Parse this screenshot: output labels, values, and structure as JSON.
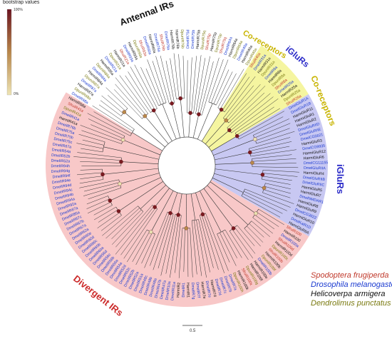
{
  "colorbar": {
    "title": "bootstrap values",
    "max_label": "100%",
    "min_label": "0%",
    "colors": {
      "high": "#7a1a20",
      "mid": "#b88a4a",
      "low": "#e8e0b0"
    }
  },
  "clade_labels": {
    "antennal": "Antennal IRs",
    "coreceptors": "Co-receptors",
    "iglurs_top": "iGluRs",
    "coreceptors_side": "Co-receptors",
    "iglurs_side": "iGluRs",
    "divergent": "Divergent IRs"
  },
  "clade_colors": {
    "divergent_fill": "#f8c8c8",
    "coreceptor_fill": "#f5f5a0",
    "iglur_fill": "#c8c8f2",
    "antennal_fill": "#ffffff",
    "divergent_text": "#cc2a2a",
    "coreceptor_text": "#c8b400",
    "iglur_text": "#2a2ac8",
    "antennal_text": "#111111"
  },
  "legend": [
    {
      "label": "Spodoptera frugiperda",
      "color": "#c0392b"
    },
    {
      "label": "Drosophila melanogaster",
      "color": "#1a3ad0"
    },
    {
      "label": "Helicoverpa armigera",
      "color": "#111111"
    },
    {
      "label": "Dendrolimus punctatus",
      "color": "#7a7a10"
    }
  ],
  "species_colors": {
    "Dmel": "#1a3ad0",
    "Harm": "#111111",
    "Sfru": "#c0392b",
    "Dpun": "#7a7a10"
  },
  "scale_label": "0.5",
  "tips": [
    "DmelIR76a",
    "HarmIR76b",
    "HarmIR76b",
    "DpunIR76b",
    "DmelIR75d",
    "DmelIR75b",
    "HarmIR75b",
    "DpunIR75q",
    "SfruIR75p",
    "HarmIR75p",
    "DpunIR75p",
    "SfruIR75q",
    "DmelIR64a",
    "HarmIR64a",
    "DpunIR64a",
    "DmelIR40a",
    "HarmIR40a",
    "DpunIR40a",
    "SfruIR40a",
    "DmelIR31a",
    "HarmIR31a",
    "DpunIR31a",
    "DmelIR8a",
    "HarmIR8a",
    "DpunIR8a",
    "SfruIR8a",
    "DmelIR25a",
    "HarmIR25a",
    "DpunIR25a",
    "SfruIR25a",
    "DmelGluR1A",
    "DmelGluR1B",
    "HarmGluR11",
    "HarmiGluR1",
    "HarmiGluR2",
    "DmelGluRIID",
    "DmelGluRIIE",
    "DmelCG5621",
    "HarmiGluR3",
    "DmelCG9935",
    "HarmiGluR12",
    "HarmiGluR6",
    "DmelCG11155",
    "DmelGluRIIA",
    "HarmiGluR4",
    "DmelGluRIIB",
    "DmelGluRIIC",
    "HarmiGluR5",
    "HarmiGluR7",
    "DmelNMDAR1",
    "HarmiGluR8",
    "HarmiGluR9",
    "DmelCG3822",
    "HarmiGluR10",
    "DmelKaiR1D",
    "HarmGluRIIA",
    "SfruIR100",
    "HarmIR100",
    "DmelIR100a",
    "SfruIR100d",
    "HarmIR100d",
    "DpunIR100c",
    "SfruIR100b",
    "HarmIR100b",
    "DpunIR100f",
    "DmelIR100b",
    "HarmIR100e",
    "HarmIR100f",
    "DpunIR100g",
    "SfruIR100k",
    "HarmIR100k",
    "DpunIR100h",
    "DmelIR7a",
    "DmelIR7b",
    "DmelIR7c",
    "DmelIR7d",
    "HarmIR7d",
    "DmelIR7e",
    "HarmIR7e",
    "DmelIR7f",
    "DmelIR7g",
    "HarmIR1",
    "DmelIR1",
    "HarmIR2",
    "DmelIR11a",
    "DmelIR10a",
    "DmelIR47a",
    "DmelIR47b",
    "DmelIR48a",
    "DmelIR48b",
    "DmelIR48c",
    "DmelIR51a",
    "DmelIR52a",
    "DmelIR52b",
    "DmelIR52c",
    "DmelIR52d",
    "DmelIR54a",
    "DmelIR56a",
    "DmelIR56b",
    "DmelIR56c",
    "DmelIR56d",
    "DmelIR60a",
    "DmelIR60b",
    "DmelIR60c",
    "DmelIR60d",
    "DmelIR60e",
    "DmelIR62a",
    "DmelIR67a",
    "DmelIR67b",
    "DmelIR67c",
    "DmelIR85a",
    "DmelIR87a",
    "DmelIR92a",
    "DmelIR94a",
    "DmelIR94b",
    "DmelIR94c",
    "DmelIR94d",
    "DmelIR94e",
    "DmelIR94f",
    "DmelIR94g",
    "DmelIR94h",
    "DmelIR52a",
    "DmelIR52b",
    "DmelIR54a",
    "DmelIR67a",
    "DmelIR75c",
    "DmelIR75b",
    "DmelIR75a",
    "DmelIR76b",
    "HarmIR41a",
    "DmelIR41a",
    "DpunIR41a",
    "SfruIR41a",
    "HarmIR68a",
    "DmelIR68a",
    "DpunIR68a",
    "HarmIR87a",
    "DmelIR87a",
    "DpunIR87a",
    "HarmIR84a",
    "DmelIR84a",
    "DpunIR84a",
    "HarmIR85a",
    "DmelIR21a",
    "DpunIR21a",
    "HarmIR21a",
    "SfruIR21a",
    "DmelIR93a",
    "HarmIR93a",
    "DpunIR93a",
    "SfruIR93a",
    "DmelIR60a",
    "HarmIR60a",
    "DmelIR76a",
    "SfruIR76b"
  ]
}
